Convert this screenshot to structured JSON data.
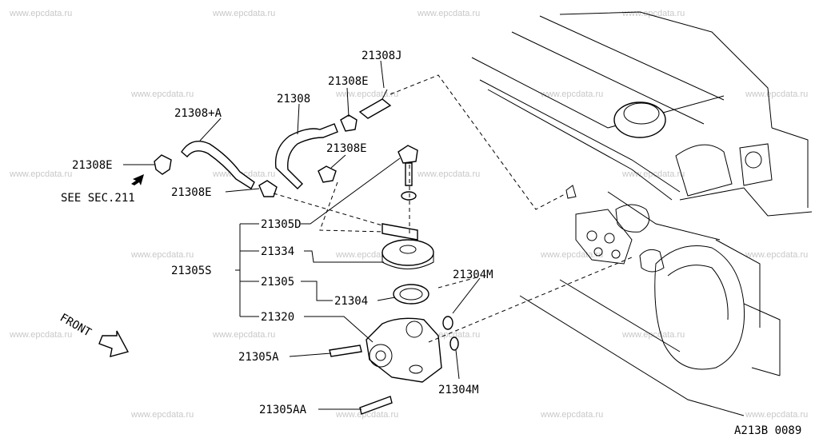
{
  "watermark": "www.epcdata.ru",
  "labels": {
    "l21308J": "21308J",
    "l21308E_top": "21308E",
    "l21308": "21308",
    "l21308A": "21308+A",
    "l21308E_left": "21308E",
    "l21308E_mid": "21308E",
    "l21308E_low": "21308E",
    "see_sec": "SEE SEC.211",
    "l21305D": "21305D",
    "l21334": "21334",
    "l21305S": "21305S",
    "l21305": "21305",
    "l21304": "21304",
    "l21304M_top": "21304M",
    "l21320": "21320",
    "l21305A": "21305A",
    "l21304M_bot": "21304M",
    "l21305AA": "21305AA",
    "front": "FRONT",
    "diagram_code": "A213B 0089"
  }
}
